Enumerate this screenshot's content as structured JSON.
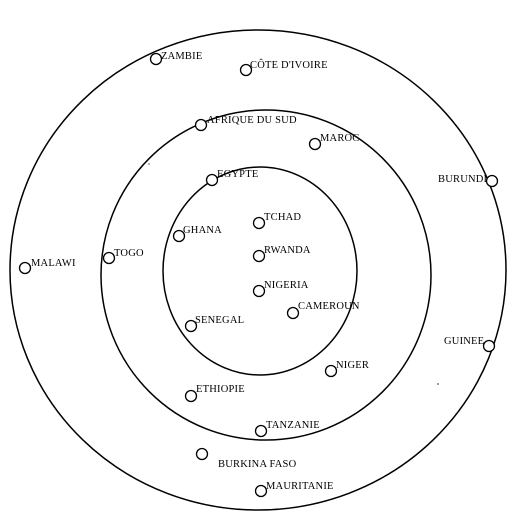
{
  "diagram": {
    "rings": [
      {
        "name": "outer-ring"
      },
      {
        "name": "middle-ring"
      },
      {
        "name": "inner-ring"
      }
    ],
    "countries": [
      {
        "name": "ZAMBIE"
      },
      {
        "name": "CÔTE D'IVOIRE"
      },
      {
        "name": "AFRIQUE DU SUD"
      },
      {
        "name": "MAROC"
      },
      {
        "name": "EGYPTE"
      },
      {
        "name": "BURUNDI"
      },
      {
        "name": "TCHAD"
      },
      {
        "name": "GHANA"
      },
      {
        "name": "RWANDA"
      },
      {
        "name": "TOGO"
      },
      {
        "name": "MALAWI"
      },
      {
        "name": "NIGERIA"
      },
      {
        "name": "CAMEROUN"
      },
      {
        "name": "SENEGAL"
      },
      {
        "name": "GUINEE"
      },
      {
        "name": "NIGER"
      },
      {
        "name": "ETHIOPIE"
      },
      {
        "name": "TANZANIE"
      },
      {
        "name": "BURKINA FASO"
      },
      {
        "name": "MAURITANIE"
      }
    ]
  }
}
